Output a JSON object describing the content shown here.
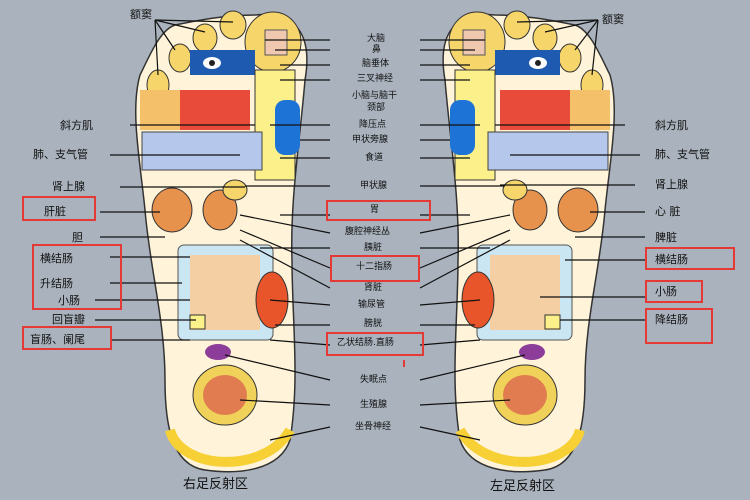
{
  "captions": {
    "right_foot": "右足反射区",
    "left_foot": "左足反射区"
  },
  "labels_left": [
    "额窦",
    "斜方肌",
    "肺、支气管",
    "肾上腺",
    "肝脏",
    "胆",
    "横结肠",
    "升结肠",
    "小肠",
    "回盲瓣",
    "盲肠、阑尾"
  ],
  "labels_center": [
    "大脑",
    "鼻",
    "脑垂体",
    "三叉神经",
    "小脑与脑干",
    "颈部",
    "降压点",
    "甲状旁腺",
    "食道",
    "甲状腺",
    "胃",
    "腹腔神经丛",
    "胰脏",
    "十二指肠",
    "肾脏",
    "输尿管",
    "膀胱",
    "乙状结肠.直肠",
    "失眠点",
    "生殖腺",
    "坐骨神经"
  ],
  "labels_right": [
    "额窦",
    "斜方肌",
    "肺、支气管",
    "肾上腺",
    "心 脏",
    "脾脏",
    "横结肠",
    "小肠",
    "降结肠"
  ],
  "colors": {
    "highlight": "#e53935",
    "background": "#a9b2bd"
  }
}
